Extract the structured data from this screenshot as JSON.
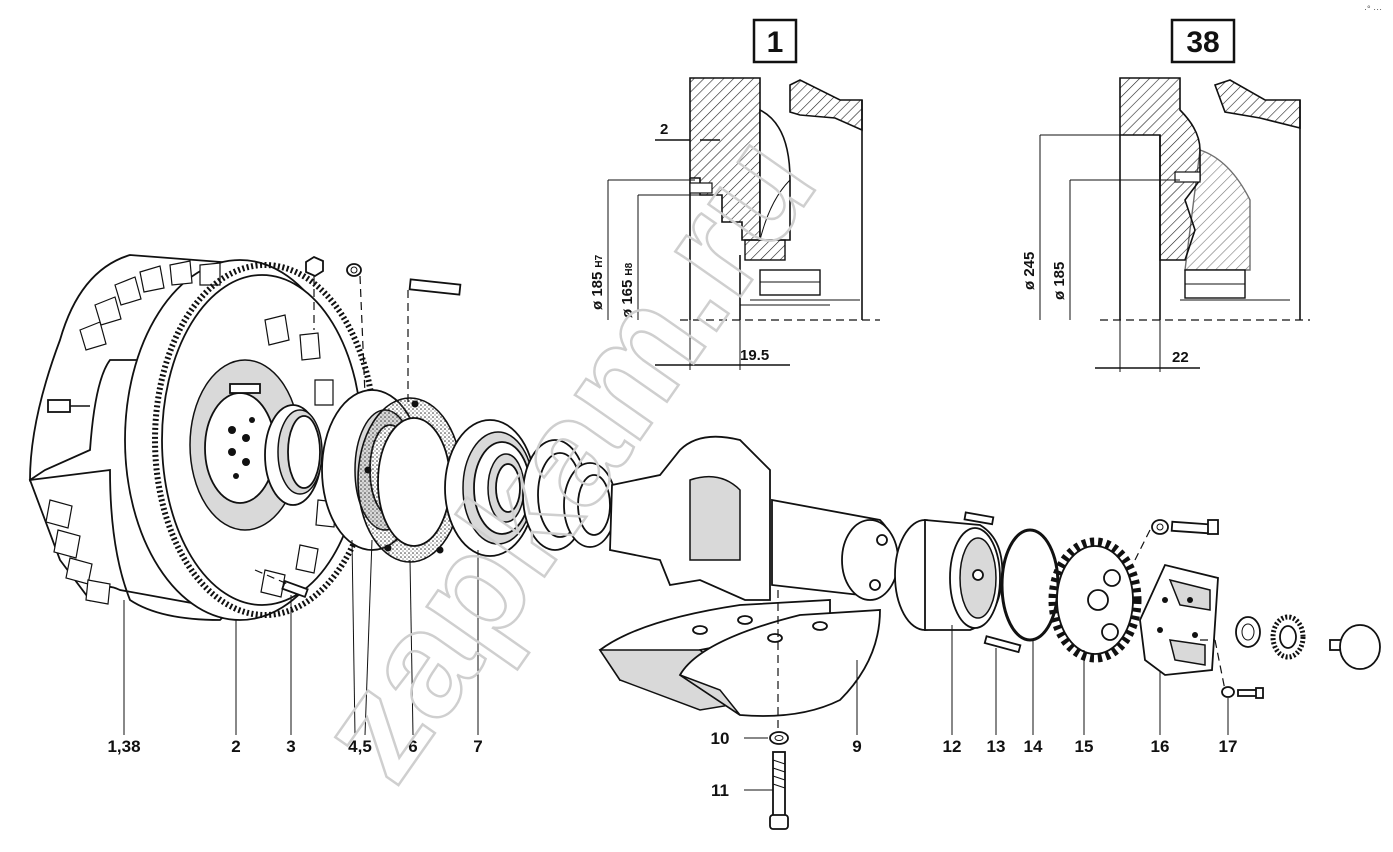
{
  "corner_mark": "·° ···",
  "detail_views": [
    {
      "box_label": "1",
      "dims": {
        "d_outer": "ø 185",
        "d_outer_fit": "H7",
        "d_inner": "ø 165",
        "d_inner_fit": "H8",
        "depth": "19.5",
        "step": "2"
      }
    },
    {
      "box_label": "38",
      "dims": {
        "d_outer": "ø 245",
        "d_inner": "ø 185",
        "depth": "22"
      }
    }
  ],
  "callouts": {
    "p1_38": "1,38",
    "p2": "2",
    "p3": "3",
    "p4_5": "4,5",
    "p6": "6",
    "p7": "7",
    "p9": "9",
    "p10": "10",
    "p11": "11",
    "p12": "12",
    "p13": "13",
    "p14": "14",
    "p15": "15",
    "p16": "16",
    "p17": "17"
  },
  "watermark": "zapkam.ru",
  "colors": {
    "ink": "#111111",
    "hatch": "#222222",
    "watermark": "#cfcfcf",
    "paper": "#ffffff"
  }
}
